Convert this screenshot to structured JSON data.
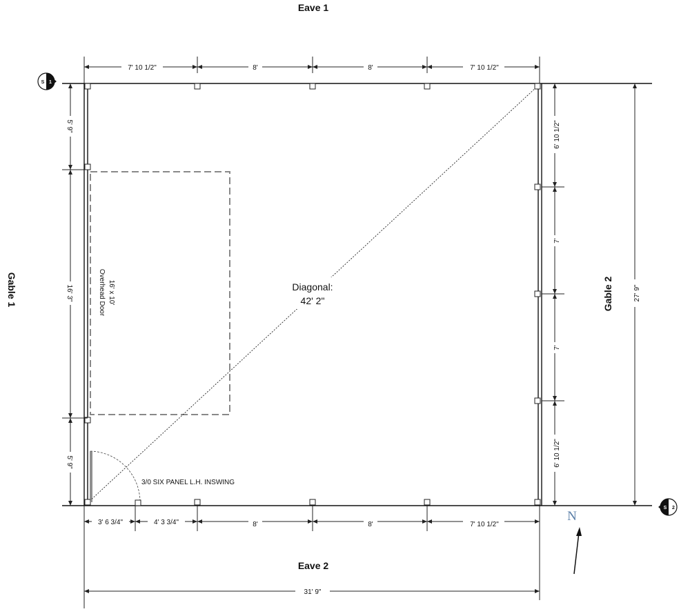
{
  "labels": {
    "eave1": "Eave 1",
    "eave2": "Eave 2",
    "gable1": "Gable 1",
    "gable2": "Gable 2",
    "diagonal_title": "Diagonal:",
    "diagonal_value": "42' 2\"",
    "door_line1": "16' x 10'",
    "door_line2": "Overhead Door",
    "inswing": "3/0 SIX PANEL L.H. INSWING",
    "north": "N"
  },
  "dimensions": {
    "top": [
      "7' 10 1/2\"",
      "8'",
      "8'",
      "7' 10 1/2\""
    ],
    "bottom": [
      "3' 6 3/4\"",
      "4' 3 3/4\"",
      "8'",
      "8'",
      "7' 10 1/2\""
    ],
    "total_width": "31' 9\"",
    "left": [
      "5' 9\"",
      "16' 3\"",
      "5' 9\""
    ],
    "right": [
      "6' 10 1/2\"",
      "7'",
      "7'",
      "6' 10 1/2\""
    ],
    "total_depth": "27' 9\""
  },
  "section_markers": {
    "s1": {
      "letter": "S",
      "number": "1"
    },
    "s2": {
      "letter": "S",
      "number": "2"
    }
  }
}
